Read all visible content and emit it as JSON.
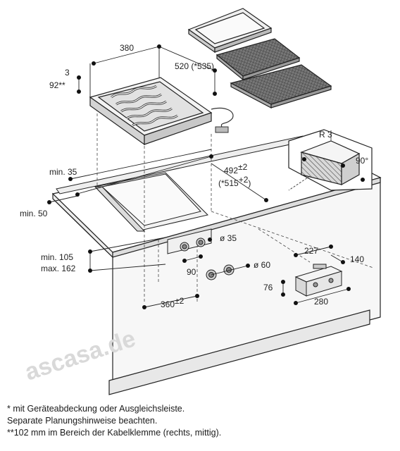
{
  "labels": {
    "grill_width": "380",
    "grill_depth": "520 (*535)",
    "grill_gap": "3",
    "grill_height": "92**",
    "radius": "R 3",
    "angle": "90°",
    "min_35": "min. 35",
    "min_50": "min. 50",
    "cutout_depth": "492",
    "cutout_depth_tol": "±2",
    "cutout_depth_alt": "(*515",
    "cutout_depth_alt_tol": "+2",
    "cutout_depth_alt_end": ")",
    "min_105": "min. 105",
    "max_162": "max. 162",
    "dia_35": "ø 35",
    "dist_90": "90",
    "dia_60": "ø 60",
    "cutout_width": "360",
    "cutout_width_tol": "±2",
    "box_227": "227",
    "box_140": "140",
    "box_76": "76",
    "box_280": "280"
  },
  "watermark": "ascasa.de",
  "footnotes": [
    "*  mit Geräteabdeckung oder Ausgleichsleiste.",
    "    Separate Planungshinweise beachten.",
    "**102 mm im Bereich der Kabelklemme (rechts, mittig)."
  ]
}
